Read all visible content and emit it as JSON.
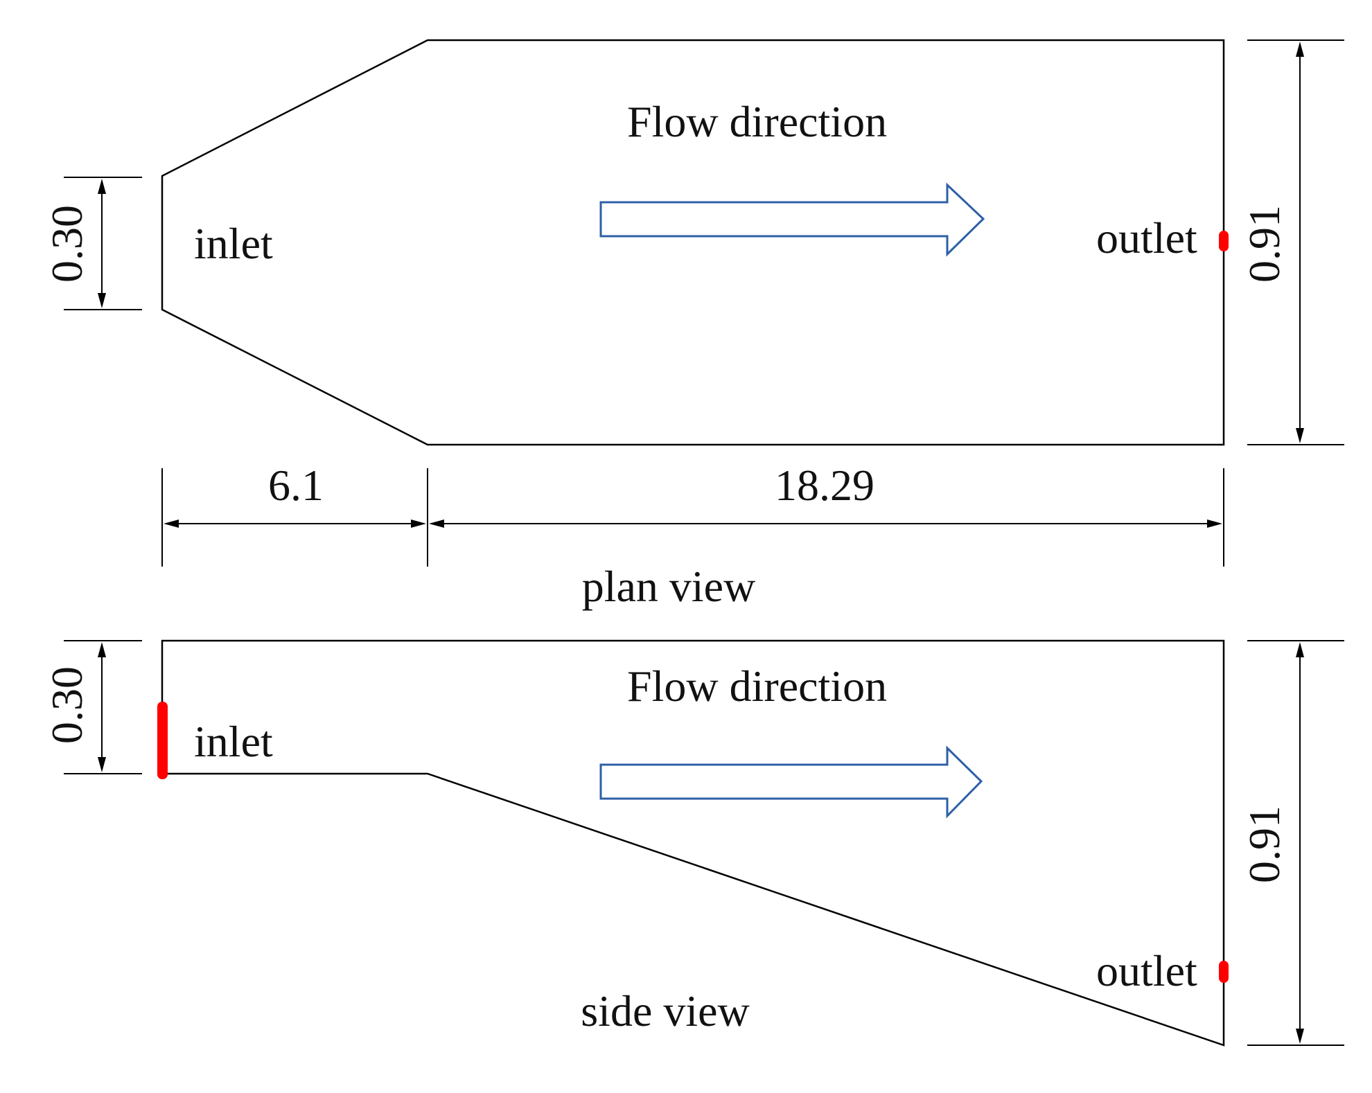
{
  "diagram": {
    "colors": {
      "outline": "#000000",
      "arrow": "#2e5fa7",
      "marker": "#ff0000",
      "text": "#111111"
    },
    "plan_view": {
      "title": "plan view",
      "flow_label": "Flow direction",
      "inlet_label": "inlet",
      "outlet_label": "outlet",
      "inlet_width": "0.30",
      "outlet_width": "0.91",
      "transition_length": "6.1",
      "channel_length": "18.29"
    },
    "side_view": {
      "title": "side view",
      "flow_label": "Flow direction",
      "inlet_label": "inlet",
      "outlet_label": "outlet",
      "inlet_height": "0.30",
      "outlet_height": "0.91"
    }
  }
}
